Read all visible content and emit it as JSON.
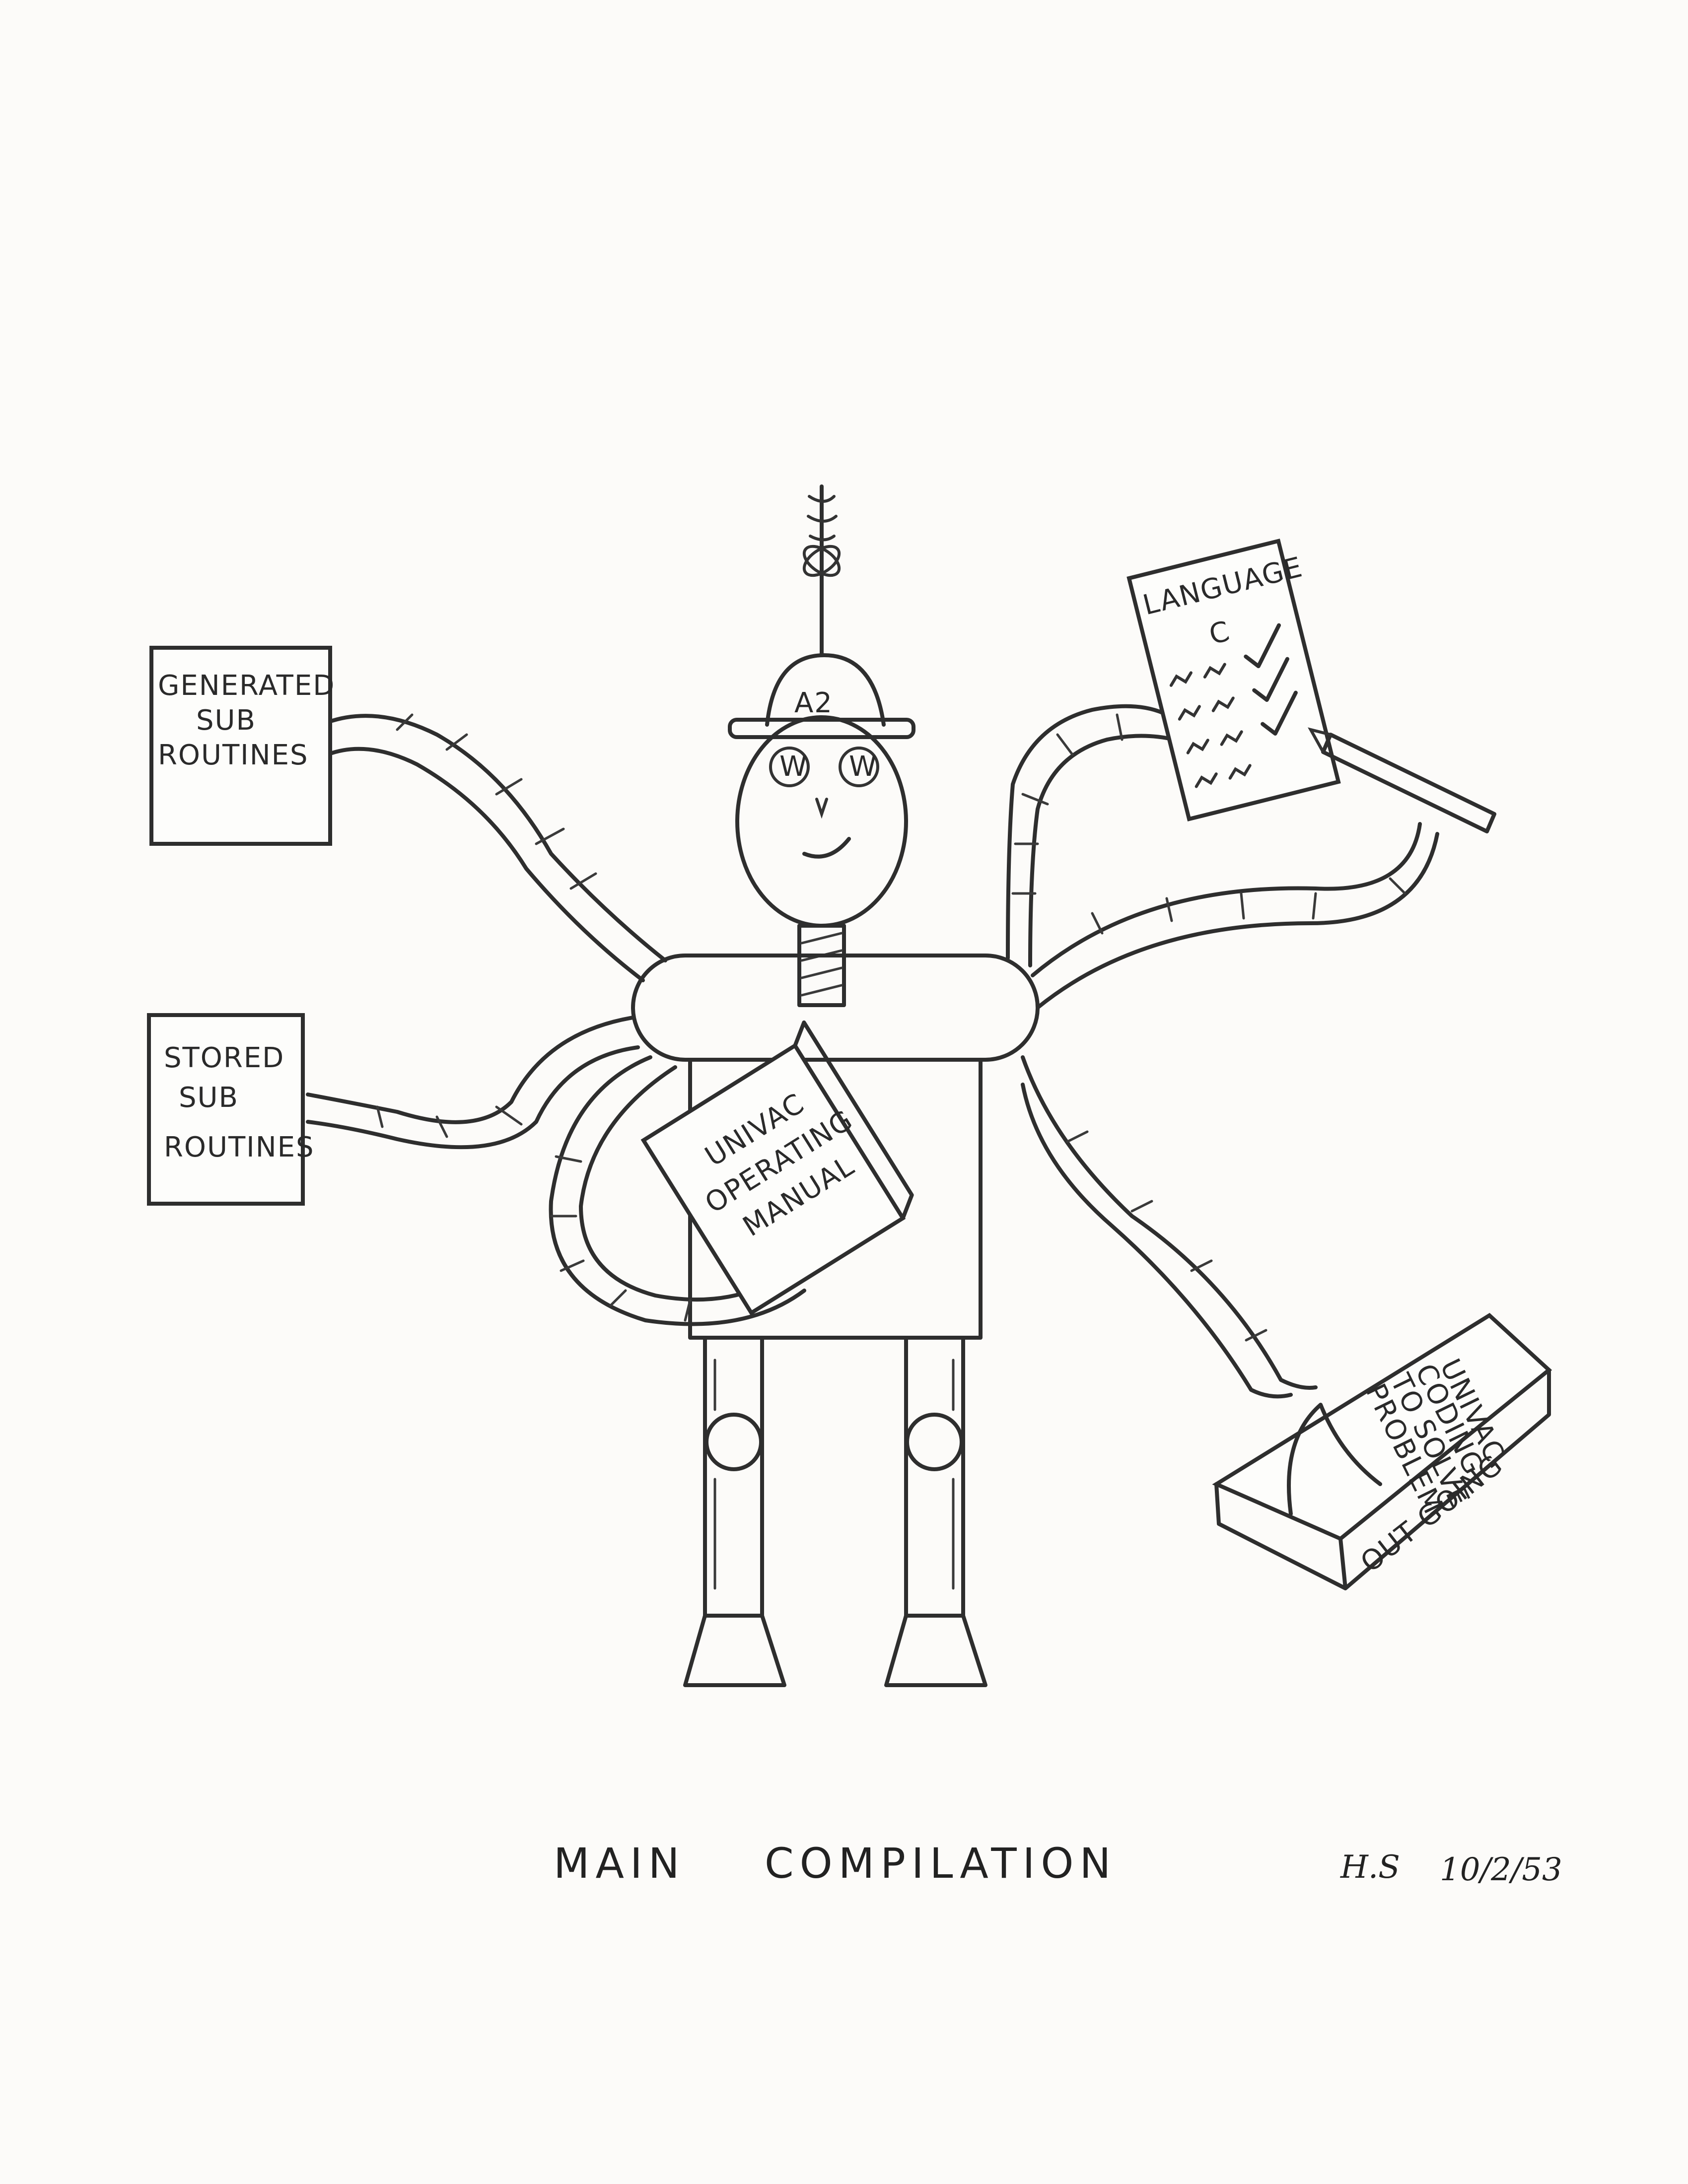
{
  "drawing": {
    "robot_badge": "A2",
    "eye_mark": "W",
    "pages": {
      "generated_sub_routines": [
        "GENERATED",
        "SUB",
        "ROUTINES"
      ],
      "stored_sub_routines": [
        "STORED",
        "SUB",
        "ROUTINES"
      ],
      "language": [
        "LANGUAGE",
        "C"
      ],
      "manual": [
        "UNIVAC",
        "OPERATING",
        "MANUAL"
      ],
      "tape_box": [
        "UNIVAC",
        "CODING",
        "TO SOLVE",
        "PROBLEM"
      ],
      "tape_box_side": "OUT GOING"
    }
  },
  "caption": {
    "left": "MAIN",
    "right": "COMPILATION",
    "initials": "H.S",
    "date": "10/2/53"
  }
}
